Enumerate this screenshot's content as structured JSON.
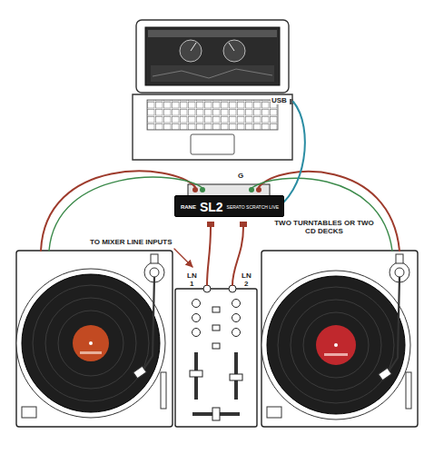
{
  "diagram": {
    "nodes": [
      {
        "text": [
          "RANE",
          "SL2",
          "SERATO SCRATCH LIVE"
        ]
      }
    ],
    "labels": [
      "USB",
      "G",
      "TO MIXER LINE INPUTS",
      "TWO TURNTABLES OR TWO CD DECKS",
      "LN 1",
      "LN 2"
    ]
  }
}
